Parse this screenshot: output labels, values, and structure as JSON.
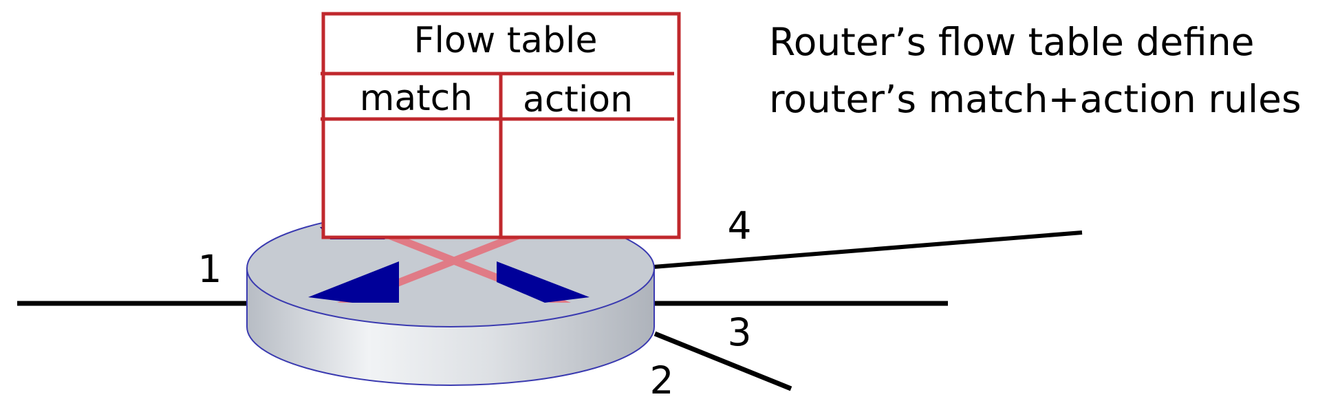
{
  "flow_table": {
    "title": "Flow table",
    "columns": [
      "match",
      "action"
    ],
    "border_color": "#c0282d"
  },
  "caption": {
    "line1": "Router’s flow table define",
    "line2": "router’s match+action rules"
  },
  "ports": {
    "p1": "1",
    "p2": "2",
    "p3": "3",
    "p4": "4"
  },
  "colors": {
    "router_body": "#c7ccd3",
    "router_outline": "#3a3ab0",
    "cross_dark": "#000099",
    "cross_light": "#e07b86",
    "links": "#000000"
  }
}
